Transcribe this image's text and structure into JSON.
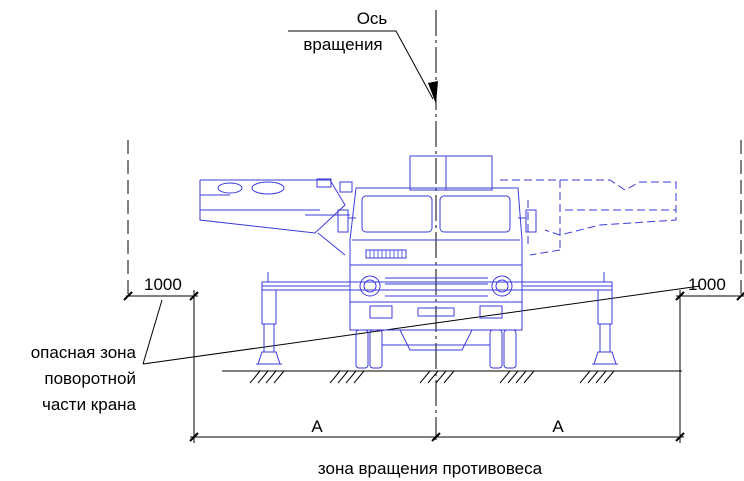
{
  "labels": {
    "axis_line1": "Ось",
    "axis_line2": "вращения",
    "dim_left": "1000",
    "dim_right": "1000",
    "danger_line1": "опасная зона",
    "danger_line2": "поворотной",
    "danger_line3": "части крана",
    "span_left": "А",
    "span_right": "А",
    "counterweight_zone": "зона вращения противовеса"
  },
  "colors": {
    "crane": "#3b3bdc",
    "lines": "#000000",
    "background": "#ffffff"
  }
}
